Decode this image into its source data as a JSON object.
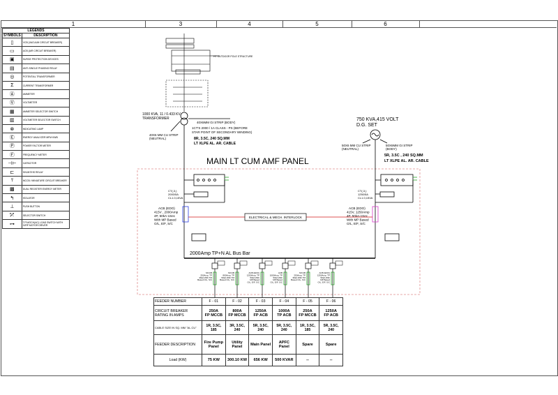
{
  "column_headers": [
    "1",
    "3",
    "4",
    "5",
    "6"
  ],
  "legend": {
    "title": "LEGENDS",
    "col_symbols": "SYMBOLS",
    "col_description": "DESCRIPTION",
    "items": [
      {
        "icon": "vcb-icon",
        "glyph": "▯",
        "text": "VCB (VACUUM CIRCUIT BREAKER)"
      },
      {
        "icon": "acb-icon",
        "glyph": "▭",
        "text": "ACB (AIR CIRCUIT BREAKER)"
      },
      {
        "icon": "spd-icon",
        "glyph": "▣",
        "text": "SURGE PROTECTION DEVICES"
      },
      {
        "icon": "anti-single-phasing-icon",
        "glyph": "▤",
        "text": "ANTI-SINGLE PHASING RELAY"
      },
      {
        "icon": "pt-icon",
        "glyph": "◎",
        "text": "POTENTIAL TRANSFORMER"
      },
      {
        "icon": "ct-icon",
        "glyph": "Σ",
        "text": "CURRENT TRANSFORMER"
      },
      {
        "icon": "ammeter-icon",
        "glyph": "Ⓐ",
        "text": "AMMETER"
      },
      {
        "icon": "voltmeter-icon",
        "glyph": "Ⓥ",
        "text": "VOLTMETER"
      },
      {
        "icon": "ammeter-selector-icon",
        "glyph": "▦",
        "text": "AMMETER SELECTOR SWITCH"
      },
      {
        "icon": "voltmeter-selector-icon",
        "glyph": "▥",
        "text": "VOLTMETER SELECTOR SWITCH"
      },
      {
        "icon": "indicating-lamp-icon",
        "glyph": "⊗",
        "text": "INDICATING LAMP"
      },
      {
        "icon": "energy-analyzer-icon",
        "glyph": "Ⓔ",
        "text": "ENERGY ANALYZER MFM KWB"
      },
      {
        "icon": "pf-meter-icon",
        "glyph": "Ⓟ",
        "text": "POWER FACTOR METER"
      },
      {
        "icon": "frequency-meter-icon",
        "glyph": "Ⓕ",
        "text": "FREQUENCY METER"
      },
      {
        "icon": "capacitor-icon",
        "glyph": "⊣⊢",
        "text": "CAPACITOR"
      },
      {
        "icon": "shunt-trip-icon",
        "glyph": "⊏",
        "text": "SHUNT/HS RELAY"
      },
      {
        "icon": "mccb-icon",
        "glyph": "⫯",
        "text": "MCCB / MINIATURE CIRCUIT BREAKER"
      },
      {
        "icon": "dual-meter-icon",
        "glyph": "▩",
        "text": "DUAL REGISTER ENERGY METER"
      },
      {
        "icon": "isolator-icon",
        "glyph": "↰",
        "text": "ISOLATOR"
      },
      {
        "icon": "push-button-icon",
        "glyph": "⊥",
        "text": "PUSH BUTTON"
      },
      {
        "icon": "selector-switch-icon",
        "glyph": "⤱",
        "text": "SELECTOR SWITCH"
      },
      {
        "icon": "tpn-switch-icon",
        "glyph": "⊶",
        "text": "T.P.N/OCH(AC) LOAD SWITCH WITH O/RP MOTOR DRIVER"
      }
    ]
  },
  "transformer": {
    "rating": "1000 KVA, 11 / 0.433 KV",
    "name": "TRANSFORMER",
    "neutral_strip": "40X6 MM CU STRIP (NEUTRAL)",
    "body_strip": "40X6MM GI STRIP (BODY)",
    "ct_note": "1CT'S 2000 / 1A CLASS - PS (BEFORE STAR POINT OF SECONDARY WINDING)",
    "cable": "8R, 3.5C, 240 SQ.MM",
    "cable_type": "LT XLPE AL. AR. CABLE"
  },
  "ht_note": "HT OUTDOOR POLE STRUCTURE",
  "dg": {
    "rating": "750 KVA,415 VOLT",
    "name": "D.G. SET",
    "neutral_strip": "50X6 MM CU STRIP (NEUTRAL)",
    "body_strip": "50X6MM GI STRIP (BODY)",
    "cable": "5R, 3.5C , 240 SQ.MM",
    "cable_type": "LT XLPE AL. AR. CABLE"
  },
  "panel_title": "MAIN LT CUM AMF PANEL",
  "ct_left": "CT(,3,)\n2000/5A\nCL1.0,15VA",
  "ct_right": "CT(,3,)\n1250/5A\nCL1.0,15VA",
  "acb_left": {
    "title": "ACB (EDO)",
    "line1": "415V , 2000Amp",
    "line2": "4P, 50kA-1Sec",
    "line3": "With MP Based",
    "line4": "O/L, E/F, S/C"
  },
  "acb_right": {
    "title": "ACB (EDO)",
    "line1": "415V, 1250Amp",
    "line2": "4P, 50kA-1Sec",
    "line3": "With MP Based",
    "line4": "O/L, E/F, S/C"
  },
  "interlock": "ELECTRICAL  & MECH. INTERLOCK",
  "busbar": "2000Amp TP+N AL Bus Bar",
  "feeder_breaker_notes": [
    "MCCB\n250Amp, TP\n36kA With TM\nBased O/L, S/C",
    "MCCB\n800Amp, TP\n50kA With TM\nBased O/L, S/C",
    "ACB (EDO)\n1250Amp, TP\n50kA With\nMP Based\nO/L, E/F, S/C",
    "ACB\n1000Amp, TP\n50kA With\nMP Based\nO/L, E/F, S/C",
    "MCCB\n250Amp, TP\n36kA With TM\nBased O/L, S/C",
    "ACB (EDO)\n1250Amp, TP\n50kA With\nMP Based\nO/L, E/F, S/C"
  ],
  "feeder_table": {
    "row_labels": {
      "feeder": "FEEDER NUMBER",
      "breaker": "CIRCUIT BREAKER RATING IN AMPS",
      "cable": "CABLE SIZE IN SQ. MM \"AL.CU\"",
      "description": "FEEDER DESCRIPTION",
      "load": "Load  (KW)"
    },
    "feeders": [
      {
        "number": "F - 01",
        "breaker": "250A\nFP MCCB",
        "cable": "1R, 3.5C, 185",
        "description": "Fire Pump\nPanel",
        "load": "75  KW"
      },
      {
        "number": "F - 02",
        "breaker": "800A\nFP MCCB",
        "cable": "3R, 3.5C, 240",
        "description": "Utility\nPanel",
        "load": "300.10  KW"
      },
      {
        "number": "F - 03",
        "breaker": "1250A\nFP ACB",
        "cable": "5R, 3.5C, 240",
        "description": "Main Panel",
        "load": "656  KW"
      },
      {
        "number": "F - 04",
        "breaker": "1000A\nTP ACB",
        "cable": "5R, 3.5C, 240",
        "description": "APFC Panel",
        "load": "500  KVAR"
      },
      {
        "number": "F - 05",
        "breaker": "250A\nFP MCCB",
        "cable": "1R, 3.5C, 185",
        "description": "Spare",
        "load": "--"
      },
      {
        "number": "F - 06",
        "breaker": "1250A\nFP ACB",
        "cable": "5R, 3.5C, 240",
        "description": "Spare",
        "load": "--"
      }
    ]
  },
  "colors": {
    "line": "#000000",
    "interlock": "#d11a1a",
    "acb_left": "#2a3de0",
    "acb_right": "#d63cc8",
    "earth": "#2aa12a",
    "dashed": "#e08c8c"
  }
}
